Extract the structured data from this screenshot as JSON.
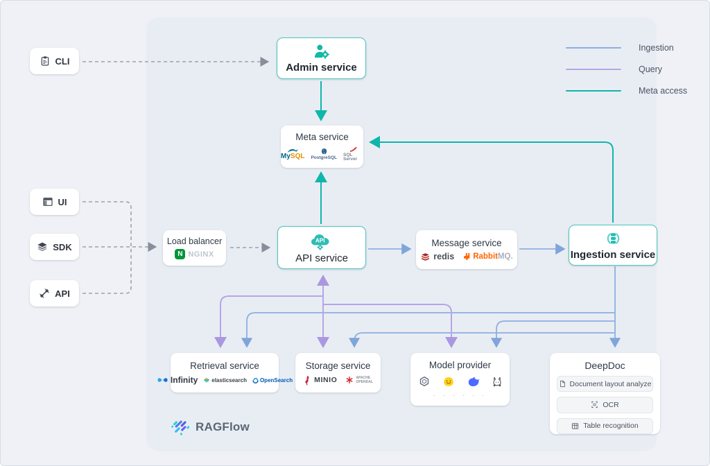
{
  "legend": {
    "items": [
      {
        "label": "Ingestion",
        "color": "#8cafdf"
      },
      {
        "label": "Query",
        "color": "#b6a5e6"
      },
      {
        "label": "Meta access",
        "color": "#10b5ab"
      }
    ]
  },
  "sources": {
    "cli": "CLI",
    "ui": "UI",
    "sdk": "SDK",
    "api": "API"
  },
  "nodes": {
    "load_balancer": {
      "title": "Load balancer",
      "logo": "NGINX"
    },
    "admin_service": {
      "title": "Admin service"
    },
    "meta_service": {
      "title": "Meta service",
      "logos": {
        "mysql_my": "My",
        "mysql_sql": "SQL",
        "postgresql": "PostgreSQL",
        "sqlserver": "SQL Server"
      }
    },
    "api_service": {
      "title": "API service",
      "icon_label": "API"
    },
    "message_service": {
      "title": "Message service",
      "logos": {
        "redis": "redis",
        "rabbit": "Rabbit",
        "mq": "MQ."
      }
    },
    "ingestion_service": {
      "title": "Ingestion service"
    },
    "retrieval_service": {
      "title": "Retrieval service",
      "logos": {
        "infinity": "Infinity",
        "elasticsearch": "elasticsearch",
        "opensearch": "OpenSearch"
      }
    },
    "storage_service": {
      "title": "Storage service",
      "logos": {
        "minio": "MINIO",
        "opendal_1": "APACHE",
        "opendal_2": "OPENDAL"
      }
    },
    "model_provider": {
      "title": "Model provider",
      "icons": [
        "openai",
        "huggingface",
        "deepseek",
        "ollama"
      ],
      "more_dots": "· · · · · ·"
    },
    "deepdoc": {
      "title": "DeepDoc",
      "buttons": [
        "Document layout analyze",
        "OCR",
        "Table recognition"
      ]
    }
  },
  "brand": {
    "name": "RAGFlow"
  },
  "edges": [
    {
      "from": "CLI",
      "to": "Admin service",
      "style": "dashed"
    },
    {
      "from": "UI",
      "to": "Load balancer",
      "style": "dashed"
    },
    {
      "from": "SDK",
      "to": "Load balancer",
      "style": "dashed"
    },
    {
      "from": "API",
      "to": "Load balancer",
      "style": "dashed"
    },
    {
      "from": "Load balancer",
      "to": "API service",
      "style": "dashed"
    },
    {
      "from": "Admin service",
      "to": "Meta service",
      "type": "meta-access"
    },
    {
      "from": "API service",
      "to": "Meta service",
      "type": "meta-access"
    },
    {
      "from": "Ingestion service",
      "to": "Meta service",
      "type": "meta-access"
    },
    {
      "from": "API service",
      "to": "Message service",
      "type": "ingestion"
    },
    {
      "from": "Message service",
      "to": "Ingestion service",
      "type": "ingestion"
    },
    {
      "from": "Ingestion service",
      "to": "DeepDoc",
      "type": "ingestion"
    },
    {
      "from": "Ingestion service",
      "to": "Retrieval service",
      "type": "ingestion"
    },
    {
      "from": "Ingestion service",
      "to": "Storage service",
      "type": "ingestion"
    },
    {
      "from": "Ingestion service",
      "to": "Model provider",
      "type": "ingestion"
    },
    {
      "from": "API service",
      "to": "Retrieval service",
      "type": "query"
    },
    {
      "from": "API service",
      "to": "Storage service",
      "type": "query"
    },
    {
      "from": "API service",
      "to": "Model provider",
      "type": "query"
    }
  ],
  "colors": {
    "panel": "#e8edf4",
    "background": "#eff1f6",
    "teal_accent": "#10b5ab",
    "teal_border": "#4cc7bd",
    "ingestion_line": "#8cafdf",
    "query_line": "#b6a5e6",
    "dashed_line": "#9aa2ad"
  }
}
